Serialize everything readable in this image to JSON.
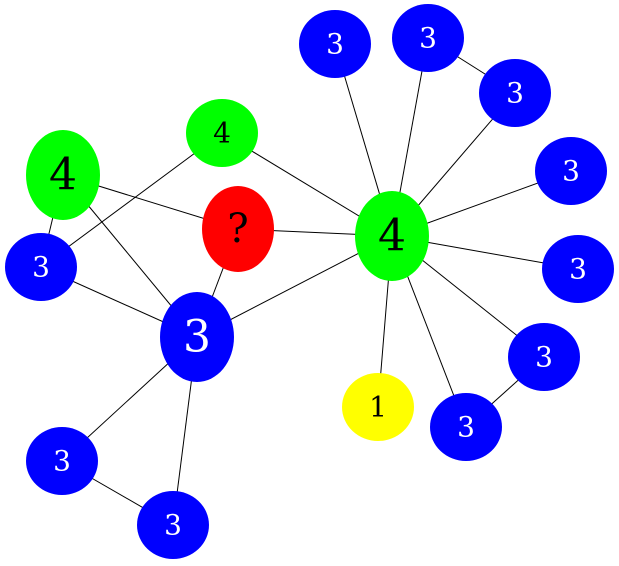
{
  "palette": {
    "blue": "#0000ff",
    "green": "#00ff00",
    "red": "#ff0000",
    "yellow": "#ffff00",
    "edge": "#000000"
  },
  "nodes": [
    {
      "id": "n_q",
      "label": "?",
      "color": "red",
      "text_color": "#000000"
    },
    {
      "id": "n_g1",
      "label": "4",
      "color": "green",
      "text_color": "#000000"
    },
    {
      "id": "n_g2",
      "label": "4",
      "color": "green",
      "text_color": "#000000"
    },
    {
      "id": "n_hub",
      "label": "4",
      "color": "green",
      "text_color": "#000000"
    },
    {
      "id": "n_y",
      "label": "1",
      "color": "yellow",
      "text_color": "#000000"
    },
    {
      "id": "n_b3",
      "label": "3",
      "color": "blue",
      "text_color": "#ffffff"
    },
    {
      "id": "n_bl",
      "label": "3",
      "color": "blue",
      "text_color": "#ffffff"
    },
    {
      "id": "n_bl1",
      "label": "3",
      "color": "blue",
      "text_color": "#ffffff"
    },
    {
      "id": "n_bl2",
      "label": "3",
      "color": "blue",
      "text_color": "#ffffff"
    },
    {
      "id": "n_t1",
      "label": "3",
      "color": "blue",
      "text_color": "#ffffff"
    },
    {
      "id": "n_t2",
      "label": "3",
      "color": "blue",
      "text_color": "#ffffff"
    },
    {
      "id": "n_t3",
      "label": "3",
      "color": "blue",
      "text_color": "#ffffff"
    },
    {
      "id": "n_r1",
      "label": "3",
      "color": "blue",
      "text_color": "#ffffff"
    },
    {
      "id": "n_r2",
      "label": "3",
      "color": "blue",
      "text_color": "#ffffff"
    },
    {
      "id": "n_r3",
      "label": "3",
      "color": "blue",
      "text_color": "#ffffff"
    },
    {
      "id": "n_r4",
      "label": "3",
      "color": "blue",
      "text_color": "#ffffff"
    }
  ],
  "edges": [
    [
      "n_hub",
      "n_t1"
    ],
    [
      "n_hub",
      "n_t2"
    ],
    [
      "n_hub",
      "n_t3"
    ],
    [
      "n_t2",
      "n_t3"
    ],
    [
      "n_hub",
      "n_r1"
    ],
    [
      "n_hub",
      "n_r2"
    ],
    [
      "n_hub",
      "n_r3"
    ],
    [
      "n_hub",
      "n_r4"
    ],
    [
      "n_r3",
      "n_r4"
    ],
    [
      "n_hub",
      "n_y"
    ],
    [
      "n_hub",
      "n_q"
    ],
    [
      "n_hub",
      "n_g2"
    ],
    [
      "n_hub",
      "n_b3"
    ],
    [
      "n_g2",
      "n_bl"
    ],
    [
      "n_g1",
      "n_q"
    ],
    [
      "n_g1",
      "n_bl"
    ],
    [
      "n_g1",
      "n_b3"
    ],
    [
      "n_bl",
      "n_b3"
    ],
    [
      "n_q",
      "n_b3"
    ],
    [
      "n_b3",
      "n_bl1"
    ],
    [
      "n_b3",
      "n_bl2"
    ],
    [
      "n_bl1",
      "n_bl2"
    ]
  ]
}
